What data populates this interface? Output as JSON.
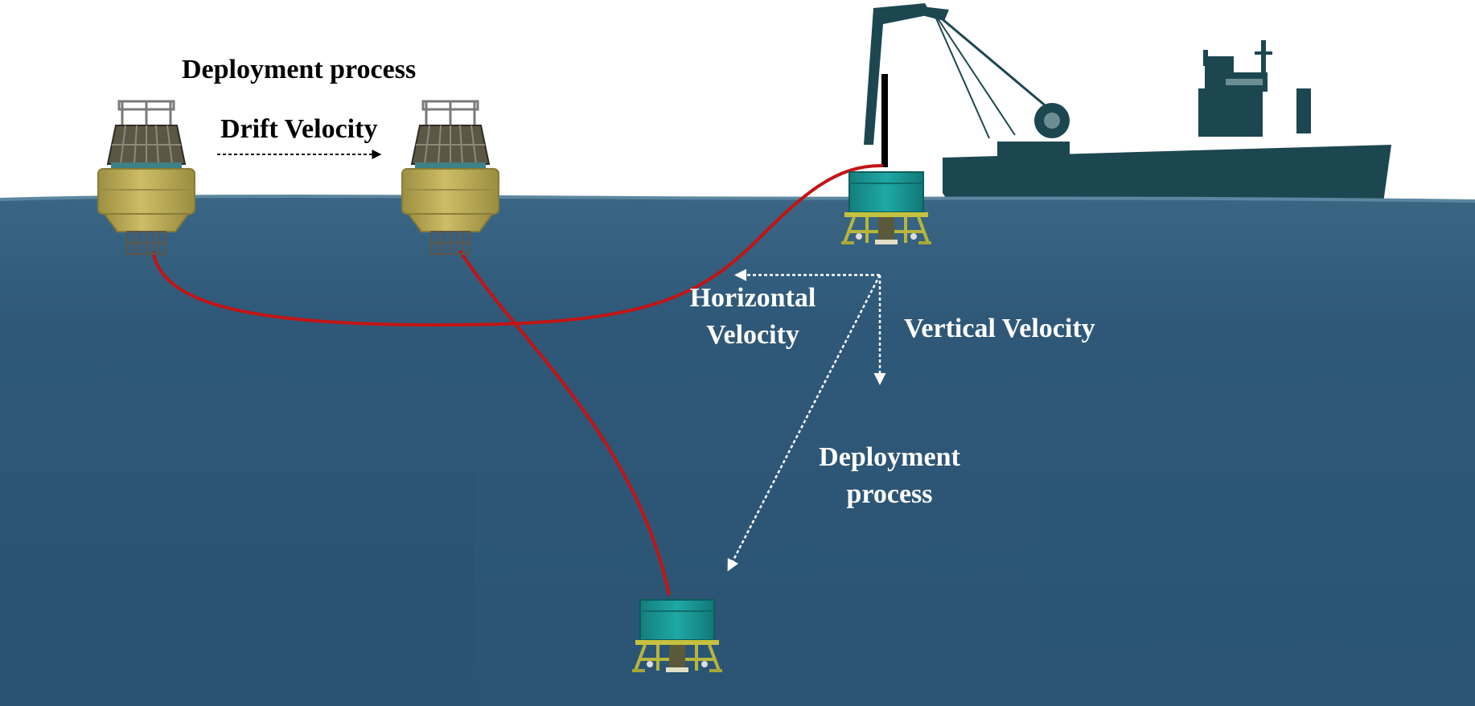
{
  "labels": {
    "deployment_process_top": "Deployment process",
    "drift_velocity": "Drift Velocity",
    "horizontal_velocity_line1": "Horizontal",
    "horizontal_velocity_line2": "Velocity",
    "vertical_velocity": "Vertical Velocity",
    "deployment_process_line1": "Deployment",
    "deployment_process_line2": "process"
  },
  "colors": {
    "sky": "#ffffff",
    "sea": "#2f5878",
    "sea_deep": "#27506f",
    "ship": "#1d4750",
    "cable": "#c21414",
    "buoy_body": "#b8aa55",
    "buoy_cage": "#555045",
    "lander_box": "#1a9a98",
    "lander_frame": "#b7b53c",
    "arrow_dark": "#000000",
    "arrow_light": "#ffffff"
  },
  "icons": {
    "buoy": "surface-buoy-icon",
    "lander": "seafloor-lander-icon",
    "ship": "crane-ship-icon"
  }
}
